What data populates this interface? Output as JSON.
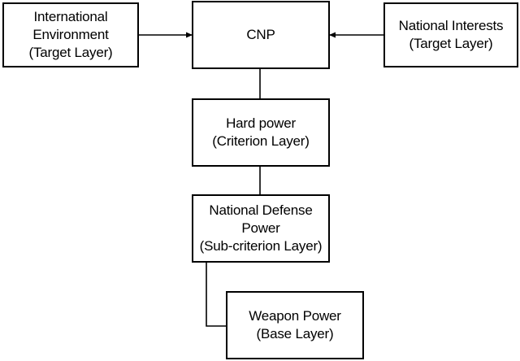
{
  "nodes": {
    "international_environment": {
      "line1": "International",
      "line2": "Environment",
      "line3": "(Target Layer)"
    },
    "cnp": {
      "line1": "CNP"
    },
    "national_interests": {
      "line1": "National Interests",
      "line2": "(Target Layer)"
    },
    "hard_power": {
      "line1": "Hard power",
      "line2": "(Criterion Layer)"
    },
    "national_defense_power": {
      "line1": "National Defense",
      "line2": "Power",
      "line3": "(Sub-criterion Layer)"
    },
    "weapon_power": {
      "line1": "Weapon Power",
      "line2": "(Base Layer)"
    }
  },
  "colors": {
    "line": "#000000",
    "box_fill": "#ffffff",
    "background": "#ffffff"
  }
}
